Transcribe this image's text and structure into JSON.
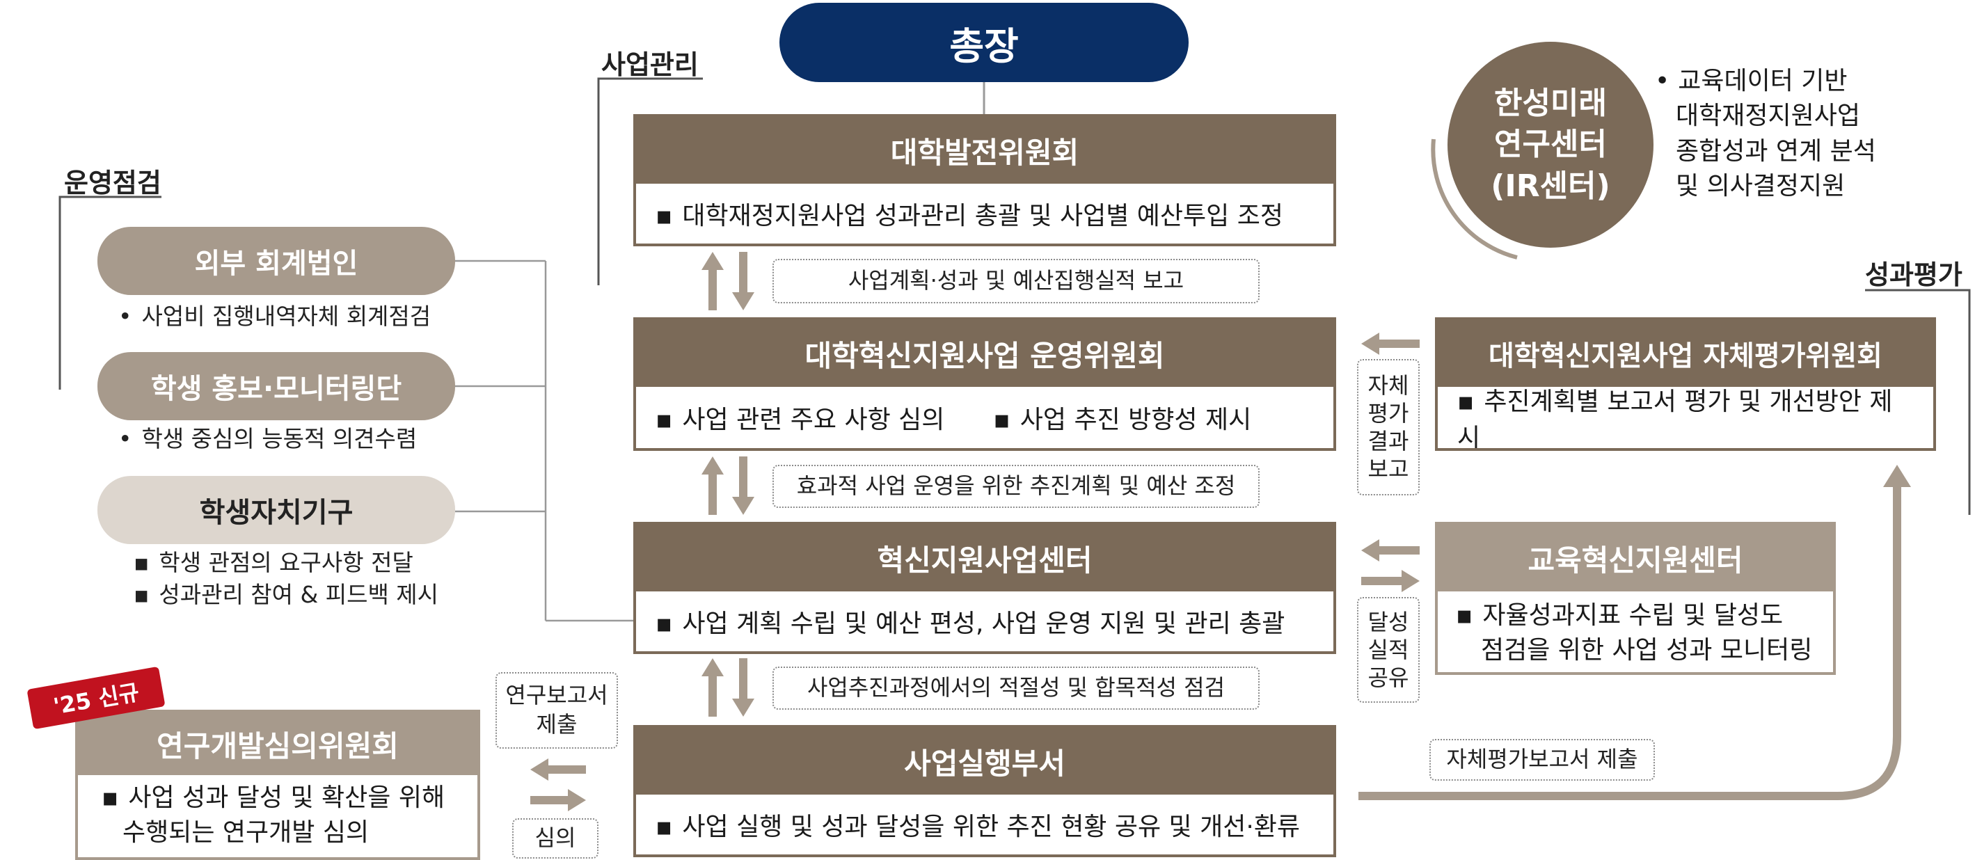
{
  "president": "총장",
  "section_titles": {
    "project_management": "사업관리",
    "operation_check": "운영점검",
    "performance_eval": "성과평가"
  },
  "committees": {
    "development": {
      "title": "대학발전위원회",
      "items": [
        "대학재정지원사업 성과관리 총괄 및 사업별 예산투입 조정"
      ]
    },
    "steering": {
      "title": "대학혁신지원사업 운영위원회",
      "items": [
        "사업 관련 주요 사항 심의",
        "사업 추진 방향성 제시"
      ]
    },
    "center": {
      "title": "혁신지원사업센터",
      "items": [
        "사업 계획 수립 및 예산 편성, 사업 운영 지원 및 관리 총괄"
      ]
    },
    "execution": {
      "title": "사업실행부서",
      "items": [
        "사업 실행 및 성과 달성을 위한 추진 현황 공유 및 개선·환류"
      ]
    }
  },
  "flow_labels": {
    "dev_steering": "사업계획·성과 및 예산집행실적 보고",
    "steering_center": "효과적 사업 운영을 위한 추진계획 및 예산 조정",
    "center_execution": "사업추진과정에서의 적절성 및 합목적성 점검",
    "self_eval_report": [
      "자체",
      "평가",
      "결과",
      "보고"
    ],
    "achievement_share": [
      "달성",
      "실적",
      "공유"
    ],
    "self_eval_submit": "자체평가보고서 제출",
    "research_report": [
      "연구보고서",
      "제출"
    ],
    "review": "심의"
  },
  "left_groups": {
    "accounting": {
      "title": "외부 회계법인",
      "note": "사업비 집행내역자체 회계점검"
    },
    "student_promo": {
      "title": "학생 홍보·모니터링단",
      "note": "학생 중심의 능동적 의견수렴"
    },
    "student_council": {
      "title": "학생자치기구",
      "notes": [
        "학생 관점의 요구사항 전달",
        "성과관리 참여 & 피드백 제시"
      ]
    }
  },
  "research_committee": {
    "badge": "'25 신규",
    "title": "연구개발심의위원회",
    "items": [
      "사업 성과 달성 및 확산을 위해",
      "수행되는 연구개발 심의"
    ]
  },
  "ir_center": {
    "lines": [
      "한성미래",
      "연구센터",
      "(IR센터)"
    ],
    "desc": [
      "교육데이터 기반",
      "대학재정지원사업",
      "종합성과 연계 분석",
      "및 의사결정지원"
    ]
  },
  "self_eval_committee": {
    "title": "대학혁신지원사업 자체평가위원회",
    "items": [
      "추진계획별 보고서 평가 및 개선방안 제시"
    ]
  },
  "edu_center": {
    "title": "교육혁신지원센터",
    "items": [
      "자율성과지표 수립 및 달성도",
      "점검을 위한 사업 성과 모니터링"
    ]
  },
  "colors": {
    "navy": "#0a2f66",
    "brown": "#7b6a58",
    "taupe": "#a79a8c",
    "light_taupe": "#ddd6ce",
    "red": "#c1121f"
  }
}
